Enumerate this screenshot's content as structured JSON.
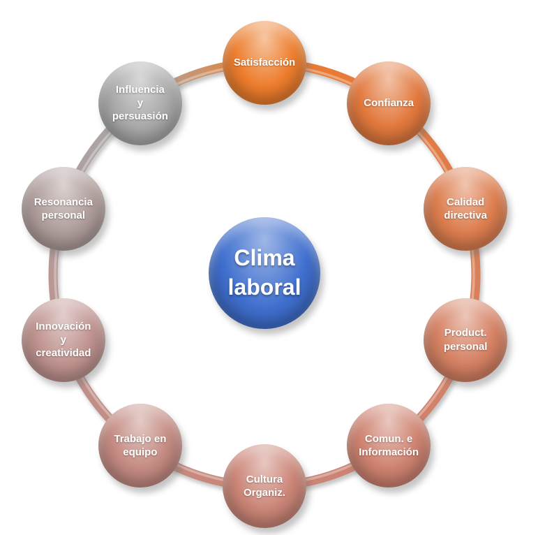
{
  "diagram": {
    "center": {
      "label": "Clima\nlaboral",
      "color": "#3F6FCE"
    },
    "nodes": [
      {
        "label": "Satisfacción",
        "color": "#ED7D2D"
      },
      {
        "label": "Confianza",
        "color": "#E2793E"
      },
      {
        "label": "Calidad\ndirectiva",
        "color": "#DD7E4F"
      },
      {
        "label": "Product.\npersonal",
        "color": "#D58163"
      },
      {
        "label": "Comun. e\nInformación",
        "color": "#CE8270"
      },
      {
        "label": "Cultura\nOrganiz.",
        "color": "#CB8577"
      },
      {
        "label": "Trabajo en\nequipo",
        "color": "#C48B82"
      },
      {
        "label": "Innovación\ny\ncreatividad",
        "color": "#BF938F"
      },
      {
        "label": "Resonancia\npersonal",
        "color": "#AF9D9B"
      },
      {
        "label": "Influencia\ny\npersuasión",
        "color": "#A9A9A9"
      }
    ]
  }
}
